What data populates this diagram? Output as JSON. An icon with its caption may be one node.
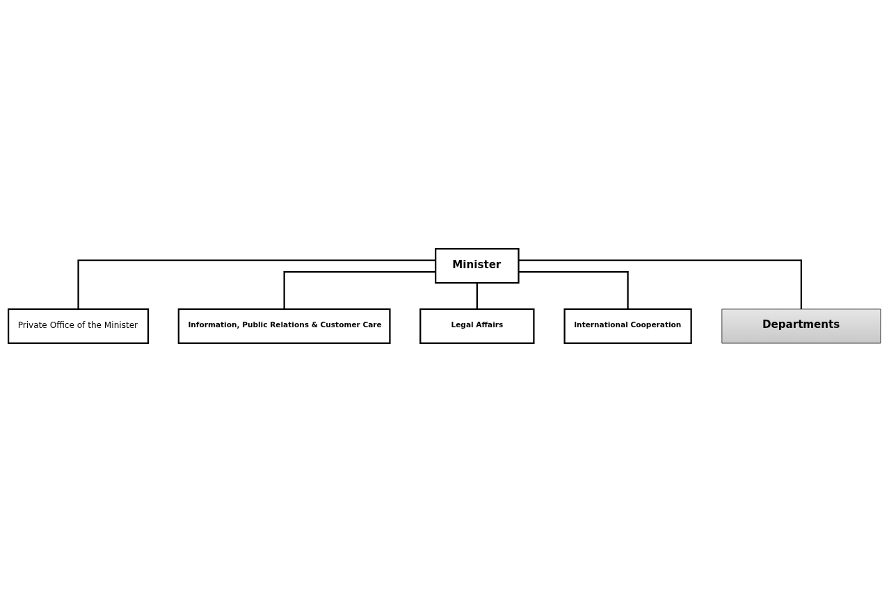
{
  "diagram": {
    "nodes": [
      {
        "text": [
          "Minister"
        ]
      },
      {
        "text": [
          "Private Office of the Minister"
        ]
      },
      {
        "text": [
          "Information, Public Relations & Customer Care"
        ]
      },
      {
        "text": [
          "Legal Affairs"
        ]
      },
      {
        "text": [
          "International Cooperation"
        ]
      },
      {
        "text": [
          "Departments"
        ]
      }
    ],
    "edges": [
      {
        "from": 0,
        "to": 1,
        "arrow": "none"
      },
      {
        "from": 0,
        "to": 2,
        "arrow": "none"
      },
      {
        "from": 0,
        "to": 3,
        "arrow": "none"
      },
      {
        "from": 0,
        "to": 4,
        "arrow": "none"
      },
      {
        "from": 0,
        "to": 5,
        "arrow": "none"
      }
    ]
  }
}
